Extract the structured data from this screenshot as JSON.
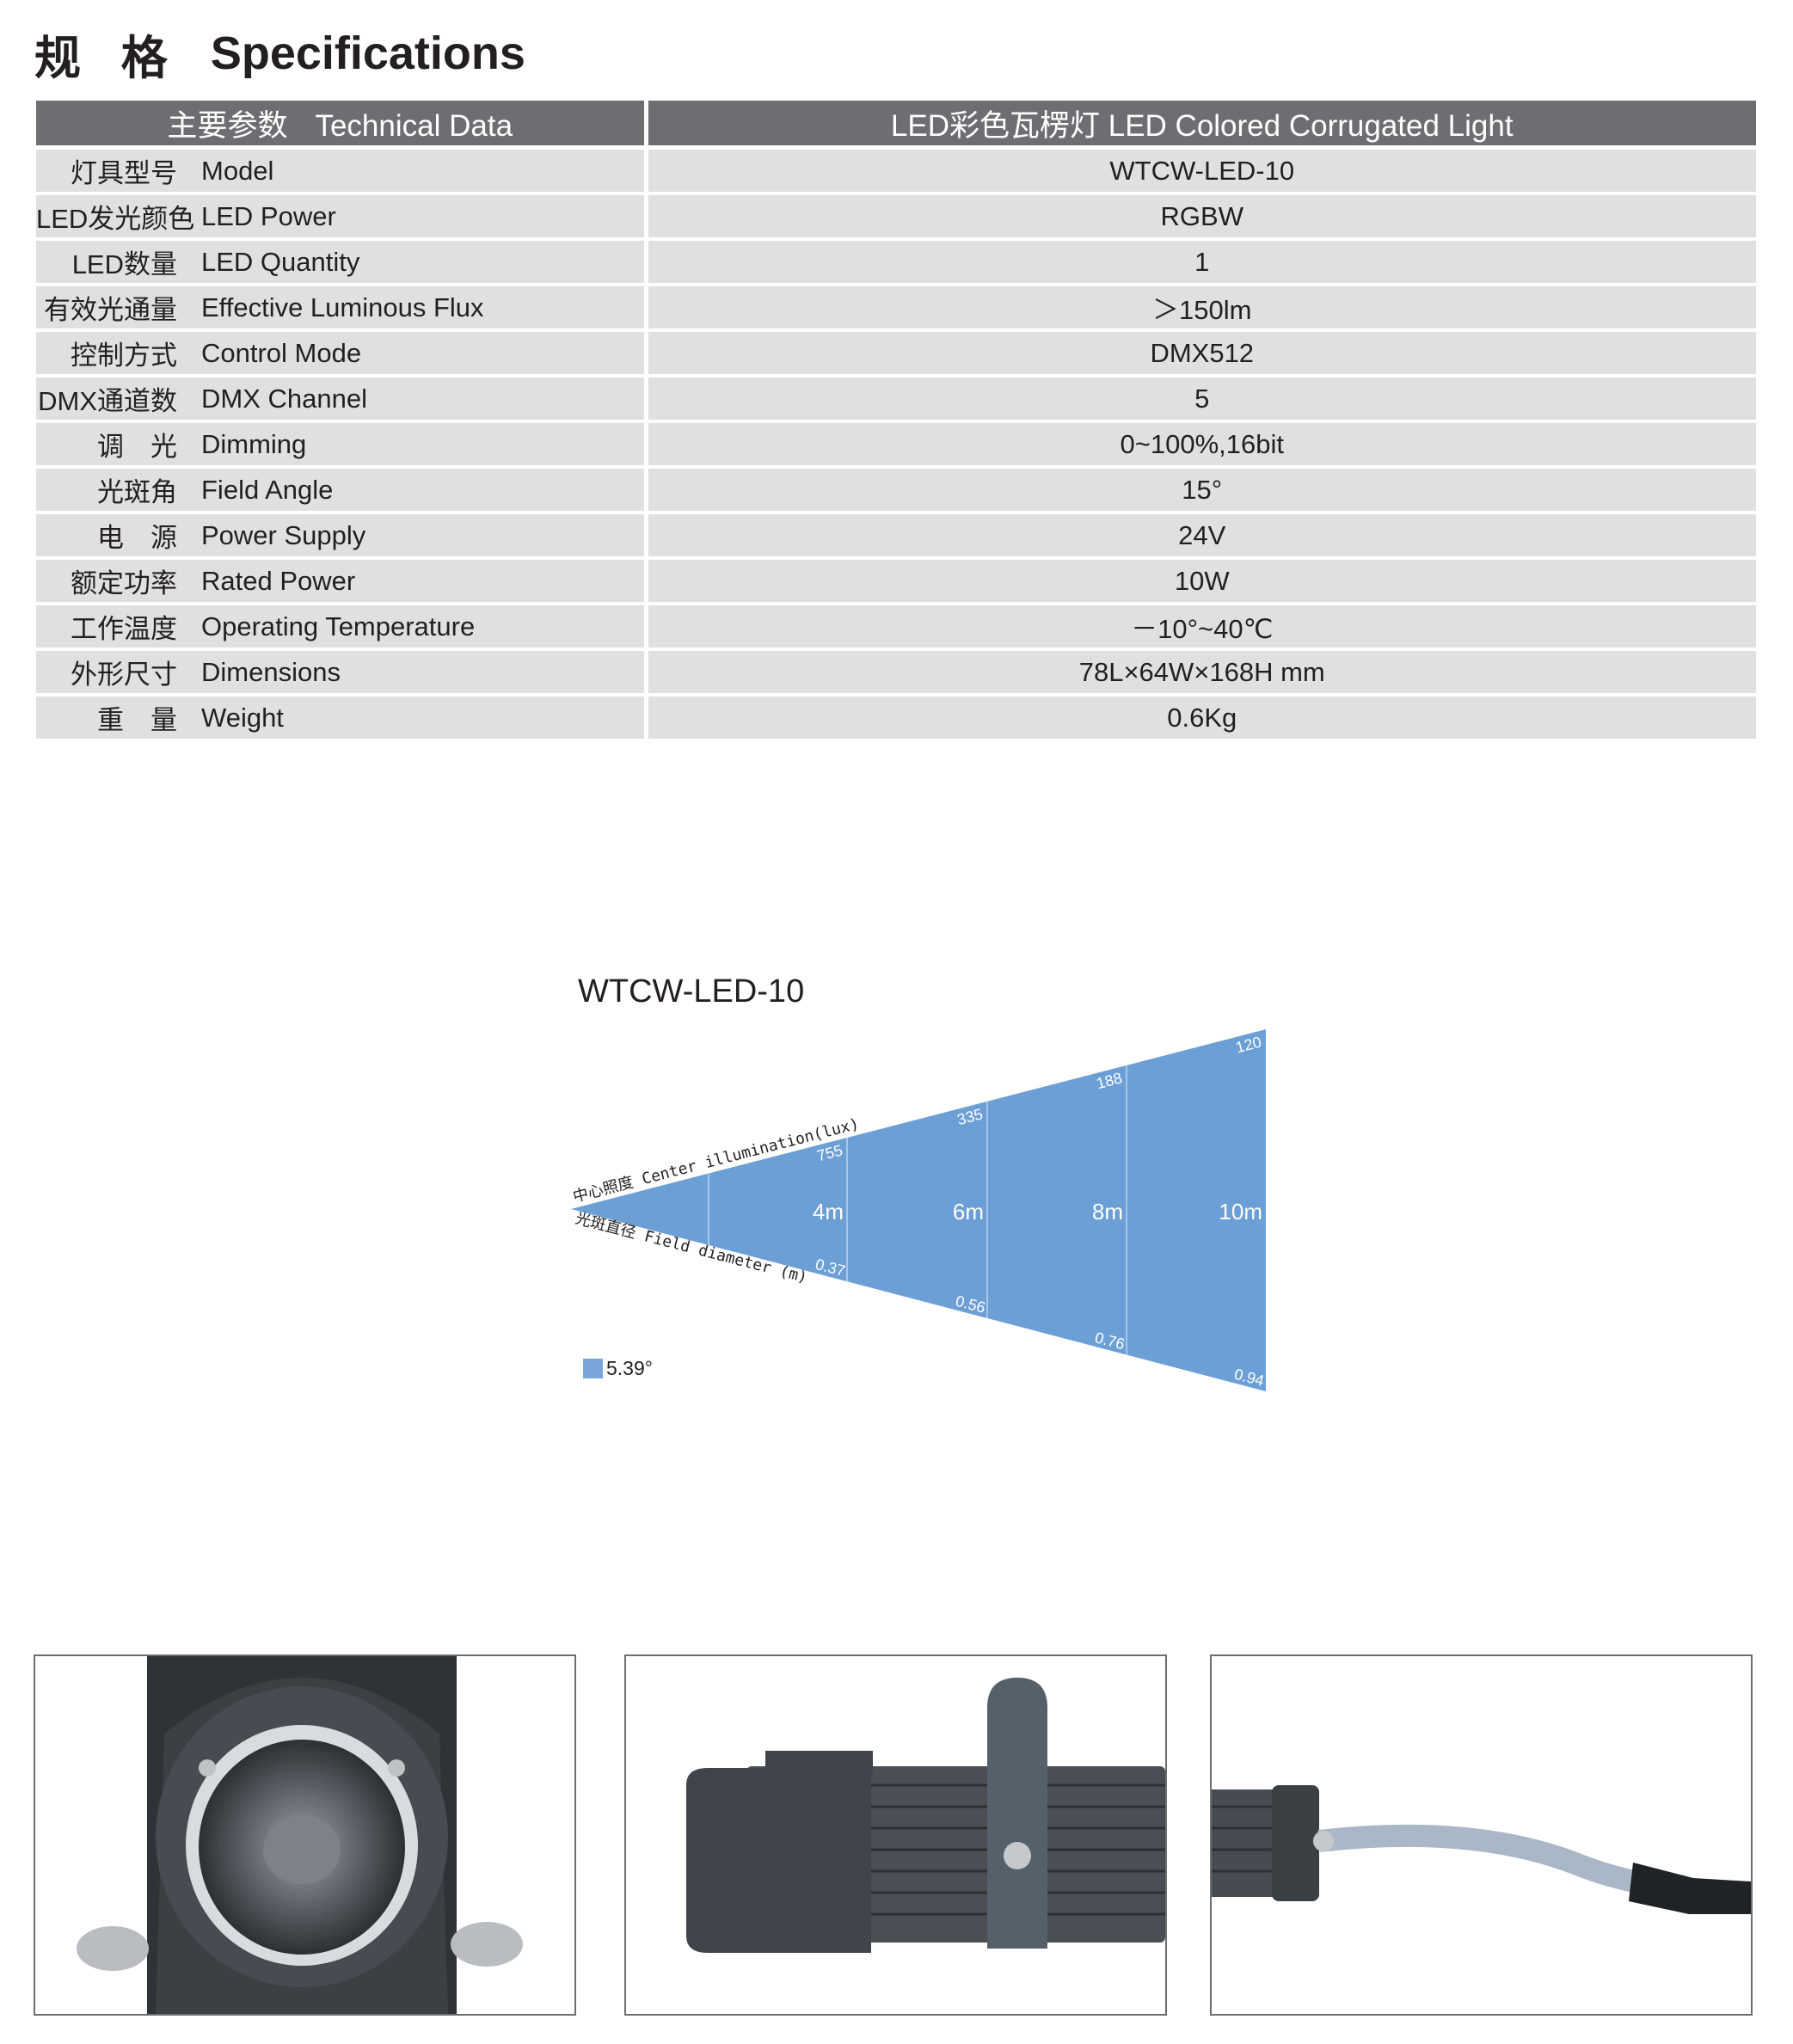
{
  "heading": {
    "zh": "规 格",
    "en": "Specifications"
  },
  "table": {
    "header_left_zh": "主要参数",
    "header_left_en": "Technical Data",
    "header_right": "LED彩色瓦楞灯 LED Colored Corrugated Light",
    "rows": [
      {
        "zh": "灯具型号",
        "en": "Model",
        "value": "WTCW-LED-10"
      },
      {
        "zh": "LED发光颜色",
        "en": "LED Power",
        "value": "RGBW"
      },
      {
        "zh": "LED数量",
        "en": "LED Quantity",
        "value": "1"
      },
      {
        "zh": "有效光通量",
        "en": "Effective Luminous Flux",
        "value": "＞150lm"
      },
      {
        "zh": "控制方式",
        "en": "Control Mode",
        "value": "DMX512"
      },
      {
        "zh": "DMX通道数",
        "en": "DMX Channel",
        "value": "5"
      },
      {
        "zh": "调　光",
        "en": "Dimming",
        "value": "0~100%,16bit"
      },
      {
        "zh": "光斑角",
        "en": "Field Angle",
        "value": "15°"
      },
      {
        "zh": "电　源",
        "en": "Power Supply",
        "value": "24V"
      },
      {
        "zh": "额定功率",
        "en": "Rated Power",
        "value": "10W"
      },
      {
        "zh": "工作温度",
        "en": "Operating Temperature",
        "value": "－10°~40℃"
      },
      {
        "zh": "外形尺寸",
        "en": "Dimensions",
        "value": "78L×64W×168H mm"
      },
      {
        "zh": "重　量",
        "en": "Weight",
        "value": "0.6Kg"
      }
    ]
  },
  "beam": {
    "title": "WTCW-LED-10",
    "center_label": "中心照度 Center illumination(lux)",
    "field_label": "光斑直径 Field diameter (m)",
    "distances": [
      "4m",
      "6m",
      "8m",
      "10m"
    ],
    "lux": [
      "755",
      "335",
      "188",
      "120"
    ],
    "diameters": [
      "0.37",
      "0.56",
      "0.76",
      "0.94"
    ],
    "legend": "5.39°",
    "fill_color": "#6c9fd5"
  }
}
